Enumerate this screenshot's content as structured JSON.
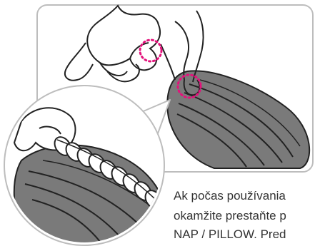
{
  "caption": {
    "line1": "Ak počas používania",
    "line2": "okamžite prestaňte p",
    "line3": "NAP / PILLOW. Pred"
  },
  "colors": {
    "frame_border": "#bdbdbd",
    "cushion_fill": "#7a7a7a",
    "outline": "#222222",
    "highlight_circle": "#e3127b",
    "text": "#333333"
  }
}
